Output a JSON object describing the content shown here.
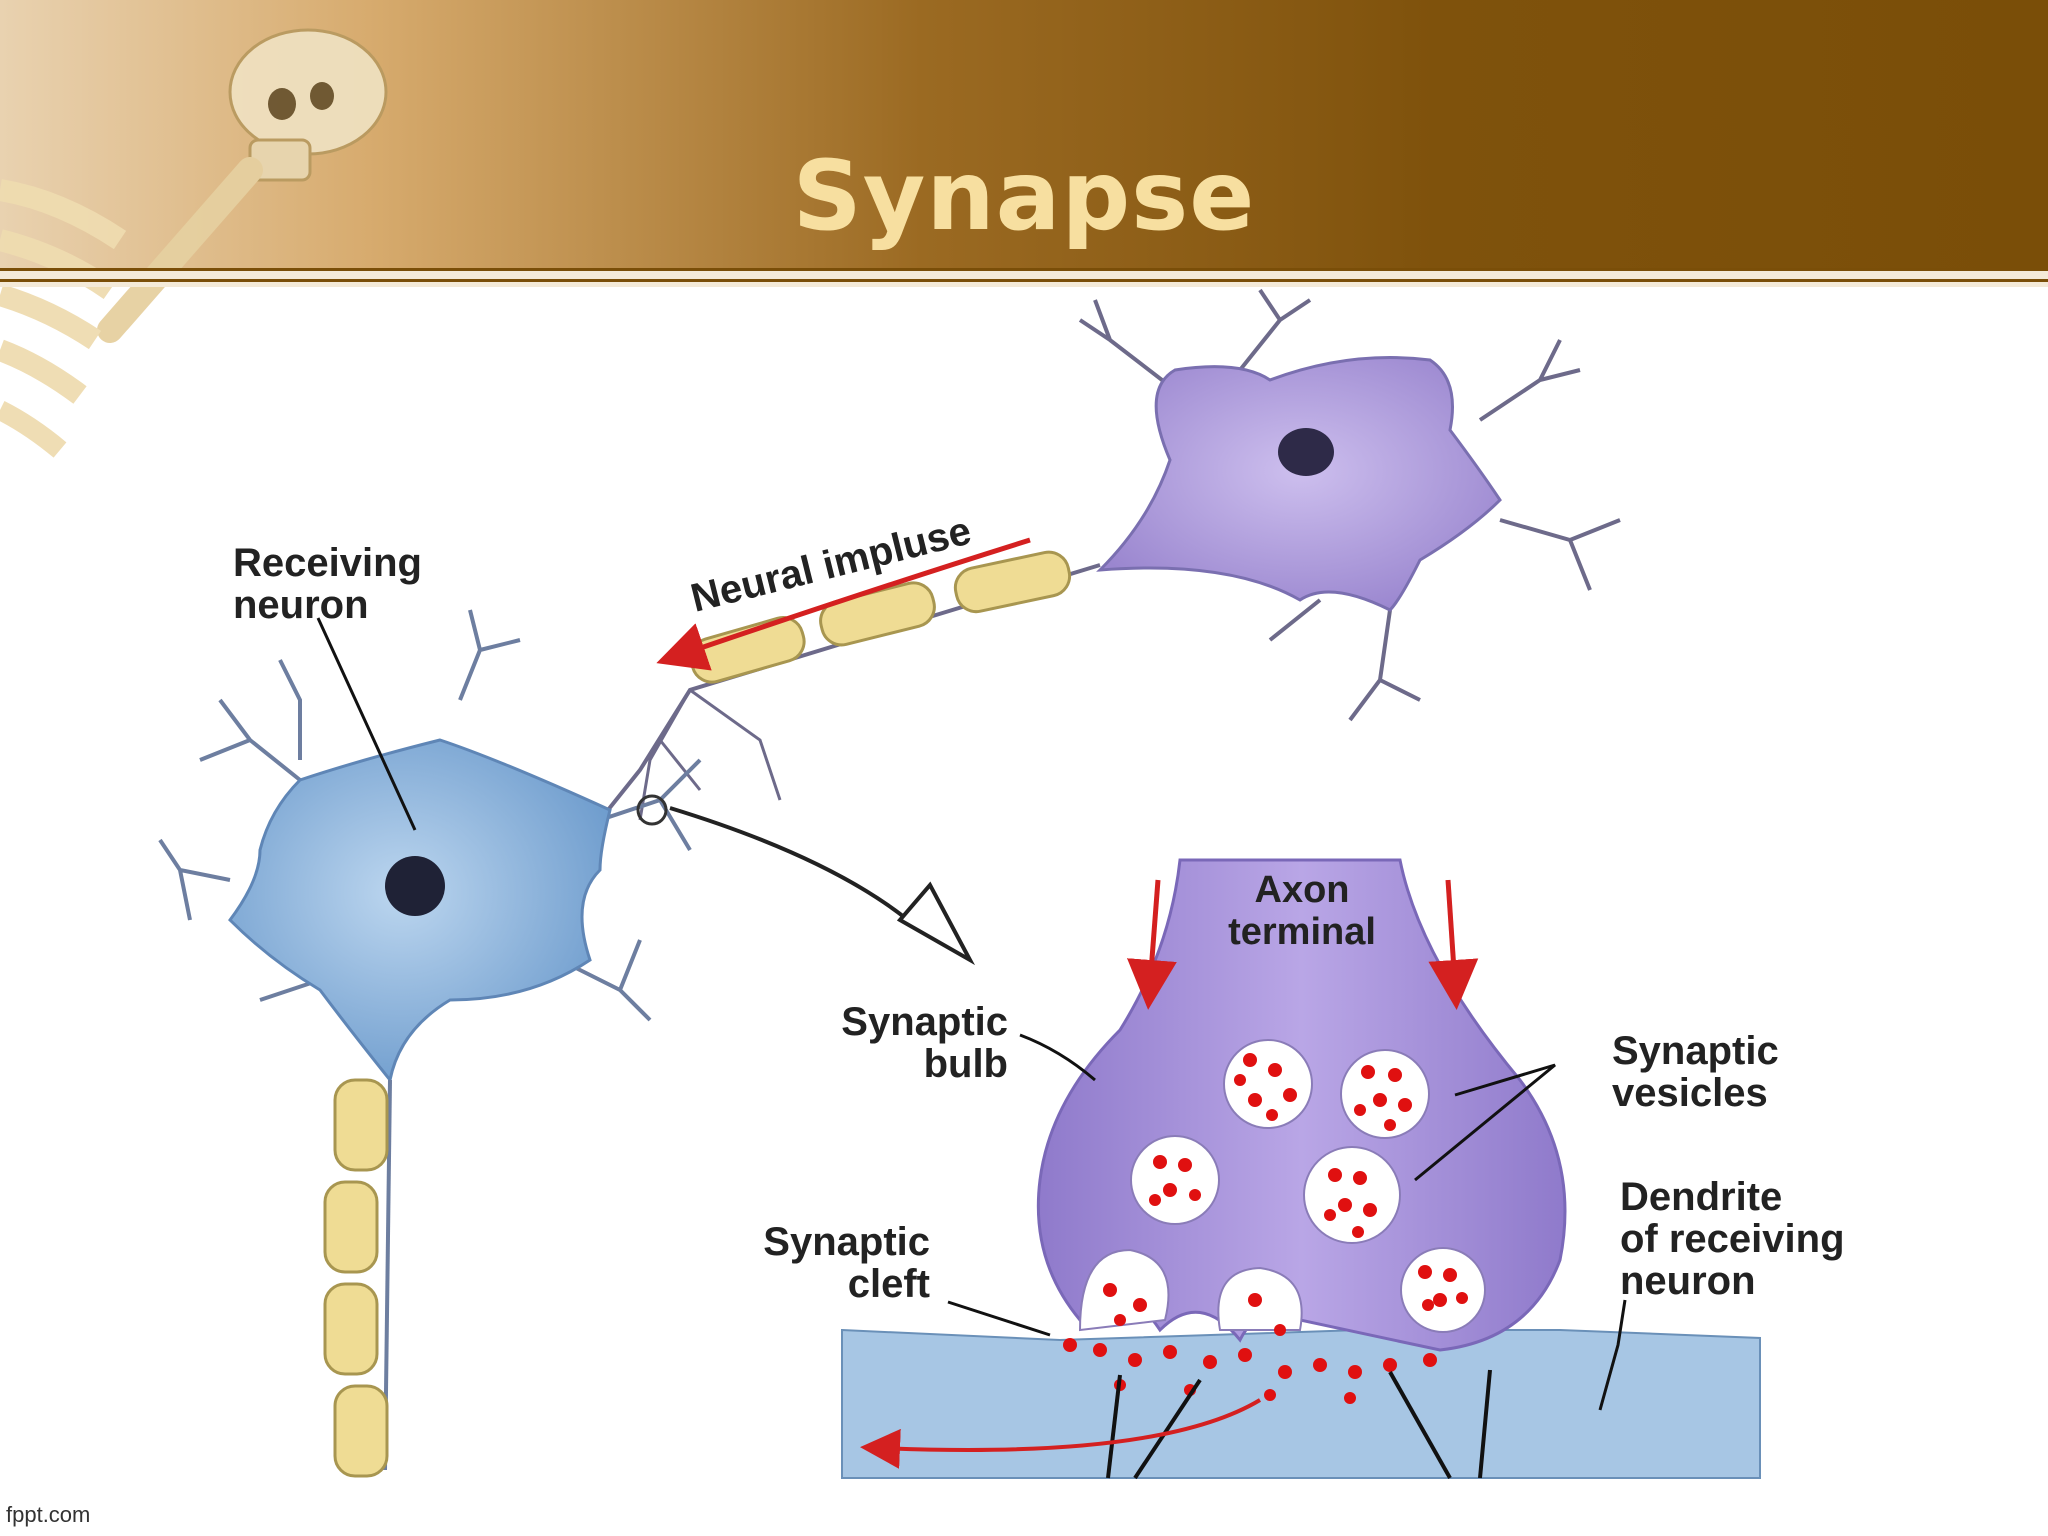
{
  "slide": {
    "title": "Synapse",
    "footer": "fppt.com"
  },
  "labels": {
    "receiving_neuron_1": "Receiving",
    "receiving_neuron_2": "neuron",
    "neural_impulse": "Neural impluse",
    "axon_terminal_1": "Axon",
    "axon_terminal_2": "terminal",
    "synaptic_bulb_1": "Synaptic",
    "synaptic_bulb_2": "bulb",
    "synaptic_vesicles_1": "Synaptic",
    "synaptic_vesicles_2": "vesicles",
    "dendrite_1": "Dendrite",
    "dendrite_2": "of receiving",
    "dendrite_3": "neuron",
    "synaptic_cleft_1": "Synaptic",
    "synaptic_cleft_2": "cleft"
  },
  "colors": {
    "header_brown": "#7a4e08",
    "title": "#f7dfa0",
    "receiving_neuron": "#7fa7d4",
    "sending_neuron": "#a08fd0",
    "axon_terminal": "#9b85d3",
    "myelin": "#efdc94",
    "neurotransmitter": "#e01010",
    "impulse_arrow": "#d42020"
  }
}
